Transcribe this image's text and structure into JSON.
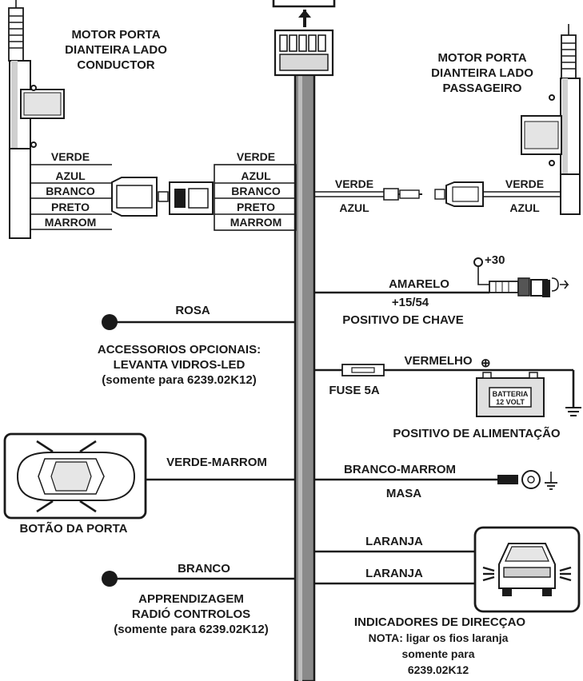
{
  "driver_motor": {
    "title": [
      "MOTOR PORTA",
      "DIANTEIRA LADO",
      "CONDUCTOR"
    ]
  },
  "passenger_motor": {
    "title": [
      "MOTOR PORTA",
      "DIANTEIRA LADO",
      "PASSAGEIRO"
    ]
  },
  "driver_wires": [
    "VERDE",
    "AZUL",
    "BRANCO",
    "PRETO",
    "MARROM"
  ],
  "harness_wires": [
    "VERDE",
    "AZUL",
    "BRANCO",
    "PRETO",
    "MARROM"
  ],
  "passenger_wires": {
    "left_top": "VERDE",
    "left_bottom": "AZUL",
    "right_top": "VERDE",
    "right_bottom": "AZUL"
  },
  "ignition": {
    "plus30": "+30",
    "wire": "AMARELO",
    "sub": "+15/54",
    "title": "POSITIVO DE CHAVE"
  },
  "accessory": {
    "wire": "ROSA",
    "lines": [
      "ACCESSORIOS OPCIONAIS:",
      "LEVANTA VIDROS-LED",
      "(somente para 6239.02K12)"
    ]
  },
  "power": {
    "wire": "VERMELHO",
    "plus_symbol": "⊕",
    "fuse": "FUSE 5A",
    "battery": [
      "BATTERIA",
      "12 VOLT"
    ],
    "title": "POSITIVO DE ALIMENTAÇÃO"
  },
  "door_button": {
    "wire": "VERDE-MARROM",
    "title": "BOTÃO DA PORTA"
  },
  "ground": {
    "wire": "BRANCO-MARROM",
    "title": "MASA"
  },
  "learning": {
    "wire": "BRANCO",
    "lines": [
      "APPRENDIZAGEM",
      "RADIÓ CONTROLOS",
      "(somente para 6239.02K12)"
    ]
  },
  "indicators": {
    "wire_top": "LARANJA",
    "wire_bottom": "LARANJA",
    "lines": [
      "INDICADORES DE DIRECÇAO",
      "NOTA: ligar os fios laranja",
      "somente para",
      "6239.02K12"
    ]
  }
}
